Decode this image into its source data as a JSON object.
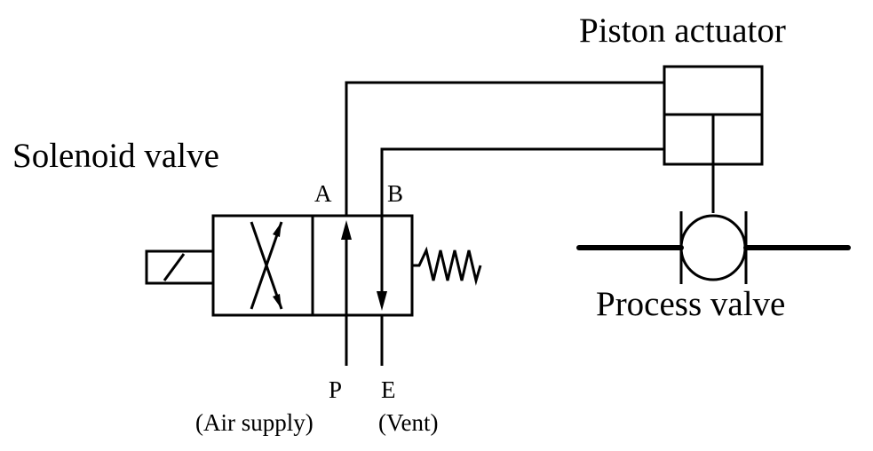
{
  "labels": {
    "solenoid_valve": "Solenoid valve",
    "piston_actuator": "Piston actuator",
    "process_valve": "Process valve",
    "port_a": "A",
    "port_b": "B",
    "port_p": "P",
    "port_e": "E",
    "air_supply": "(Air supply)",
    "vent": "(Vent)"
  }
}
